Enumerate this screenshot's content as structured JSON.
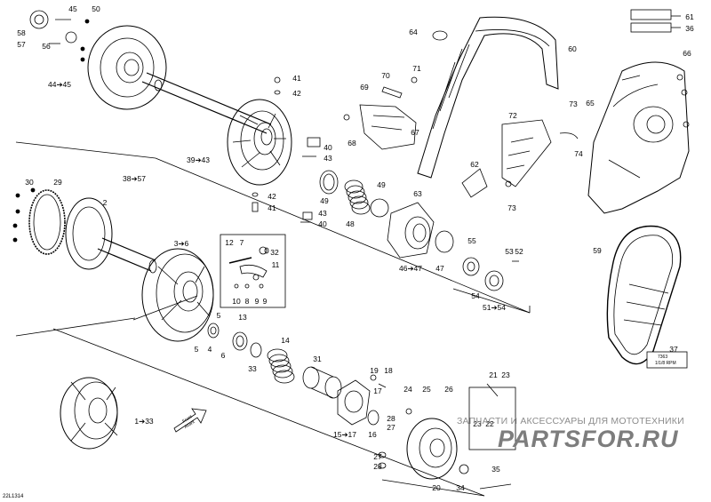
{
  "diagram_code": "22L1314",
  "watermark": {
    "line1": "ЗАПЧАСТИ И АКСЕССУАРЫ ДЛЯ МОТОТЕХНИКИ",
    "line2": "PARTSFOR.RU"
  },
  "belt_tag": {
    "line1": "7363",
    "line2": "1/1/8 RPM"
  },
  "front_arrow": {
    "line1": "Front",
    "line2": "Avant"
  },
  "callouts": [
    {
      "id": "c45",
      "text": "45"
    },
    {
      "id": "c50",
      "text": "50"
    },
    {
      "id": "c58",
      "text": "58"
    },
    {
      "id": "c57",
      "text": "57"
    },
    {
      "id": "c56",
      "text": "56"
    },
    {
      "id": "c44",
      "text": "44➔45"
    },
    {
      "id": "c41a",
      "text": "41"
    },
    {
      "id": "c42a",
      "text": "42"
    },
    {
      "id": "c39",
      "text": "39➔43"
    },
    {
      "id": "c40a",
      "text": "40"
    },
    {
      "id": "c43a",
      "text": "43"
    },
    {
      "id": "c38",
      "text": "38➔57"
    },
    {
      "id": "c49a",
      "text": "49"
    },
    {
      "id": "c42b",
      "text": "42"
    },
    {
      "id": "c41b",
      "text": "41"
    },
    {
      "id": "c43b",
      "text": "43"
    },
    {
      "id": "c40b",
      "text": "40"
    },
    {
      "id": "c48",
      "text": "48"
    },
    {
      "id": "c49b",
      "text": "49"
    },
    {
      "id": "c30",
      "text": "30"
    },
    {
      "id": "c29",
      "text": "29"
    },
    {
      "id": "c2",
      "text": "2"
    },
    {
      "id": "c3",
      "text": "3➔6"
    },
    {
      "id": "c12",
      "text": "12"
    },
    {
      "id": "c7",
      "text": "7"
    },
    {
      "id": "c32",
      "text": "32"
    },
    {
      "id": "c11",
      "text": "11"
    },
    {
      "id": "c10",
      "text": "10"
    },
    {
      "id": "c8",
      "text": "8"
    },
    {
      "id": "c9a",
      "text": "9"
    },
    {
      "id": "c9b",
      "text": "9"
    },
    {
      "id": "c13",
      "text": "13"
    },
    {
      "id": "c5b",
      "text": "5"
    },
    {
      "id": "c5a",
      "text": "5"
    },
    {
      "id": "c4",
      "text": "4"
    },
    {
      "id": "c6",
      "text": "6"
    },
    {
      "id": "c14",
      "text": "14"
    },
    {
      "id": "c33",
      "text": "33"
    },
    {
      "id": "c31",
      "text": "31"
    },
    {
      "id": "c1",
      "text": "1➔33"
    },
    {
      "id": "c64",
      "text": "64"
    },
    {
      "id": "c60",
      "text": "60"
    },
    {
      "id": "c61",
      "text": "61"
    },
    {
      "id": "c36",
      "text": "36"
    },
    {
      "id": "c70",
      "text": "70"
    },
    {
      "id": "c71",
      "text": "71"
    },
    {
      "id": "c69",
      "text": "69"
    },
    {
      "id": "c68",
      "text": "68"
    },
    {
      "id": "c67",
      "text": "67"
    },
    {
      "id": "c66",
      "text": "66"
    },
    {
      "id": "c65",
      "text": "65"
    },
    {
      "id": "c73a",
      "text": "73"
    },
    {
      "id": "c72",
      "text": "72"
    },
    {
      "id": "c74",
      "text": "74"
    },
    {
      "id": "c62",
      "text": "62"
    },
    {
      "id": "c63",
      "text": "63"
    },
    {
      "id": "c73b",
      "text": "73"
    },
    {
      "id": "c46",
      "text": "46➔47"
    },
    {
      "id": "c47",
      "text": "47"
    },
    {
      "id": "c55",
      "text": "55"
    },
    {
      "id": "c53",
      "text": "53"
    },
    {
      "id": "c52",
      "text": "52"
    },
    {
      "id": "c54",
      "text": "54"
    },
    {
      "id": "c51",
      "text": "51➔54"
    },
    {
      "id": "c59",
      "text": "59"
    },
    {
      "id": "c37",
      "text": "37"
    },
    {
      "id": "c19",
      "text": "19"
    },
    {
      "id": "c18",
      "text": "18"
    },
    {
      "id": "c17",
      "text": "17"
    },
    {
      "id": "c24",
      "text": "24"
    },
    {
      "id": "c25",
      "text": "25"
    },
    {
      "id": "c26",
      "text": "26"
    },
    {
      "id": "c21",
      "text": "21"
    },
    {
      "id": "c23a",
      "text": "23"
    },
    {
      "id": "c23b",
      "text": "23"
    },
    {
      "id": "c22",
      "text": "22"
    },
    {
      "id": "c28a",
      "text": "28"
    },
    {
      "id": "c27a",
      "text": "27"
    },
    {
      "id": "c15",
      "text": "15➔17"
    },
    {
      "id": "c16",
      "text": "16"
    },
    {
      "id": "c27b",
      "text": "27"
    },
    {
      "id": "c28b",
      "text": "28"
    },
    {
      "id": "c20",
      "text": "20"
    },
    {
      "id": "c34",
      "text": "34"
    },
    {
      "id": "c35",
      "text": "35"
    }
  ]
}
